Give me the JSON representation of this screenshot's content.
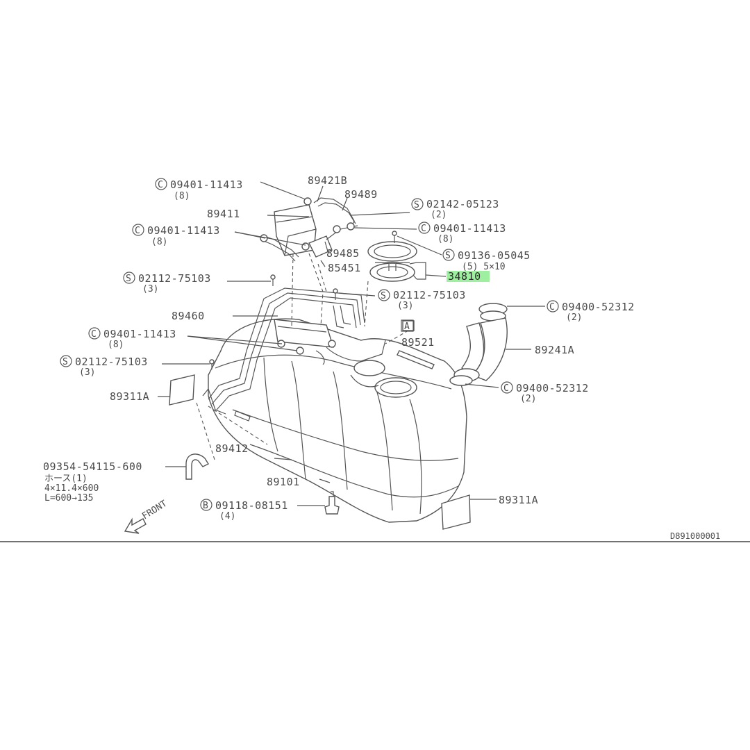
{
  "labels": {
    "l1": {
      "prefix": "C",
      "code": "09401-11413",
      "qty": "(8)"
    },
    "l2": {
      "code": "89421B"
    },
    "l3": {
      "code": "89489"
    },
    "l4": {
      "prefix": "S",
      "code": "02142-05123",
      "qty": "(2)"
    },
    "l5": {
      "code": "89411"
    },
    "l6": {
      "prefix": "C",
      "code": "09401-11413",
      "qty": "(8)"
    },
    "l7": {
      "prefix": "C",
      "code": "09401-11413",
      "qty": "(8)"
    },
    "l8": {
      "code": "89485"
    },
    "l9": {
      "prefix": "S",
      "code": "09136-05045",
      "qty": "(5) 5×10"
    },
    "l10": {
      "code": "85451"
    },
    "l11": {
      "prefix": "S",
      "code": "02112-75103",
      "qty": "(3)"
    },
    "l12": {
      "code": "34810"
    },
    "l13": {
      "prefix": "S",
      "code": "02112-75103",
      "qty": "(3)"
    },
    "l14": {
      "prefix": "C",
      "code": "09400-52312",
      "qty": "(2)"
    },
    "l15": {
      "code": "89460"
    },
    "l16": {
      "code": "A"
    },
    "l17": {
      "code": "89521"
    },
    "l18": {
      "prefix": "C",
      "code": "09401-11413",
      "qty": "(8)"
    },
    "l19": {
      "code": "89241A"
    },
    "l20": {
      "prefix": "S",
      "code": "02112-75103",
      "qty": "(3)"
    },
    "l21": {
      "prefix": "C",
      "code": "09400-52312",
      "qty": "(2)"
    },
    "l22": {
      "code": "89311A"
    },
    "l23": {
      "code": "89412"
    },
    "l24": {
      "code": "09354-54115-600",
      "line1": "ホース(1)",
      "line2": "4×11.4×600",
      "line3": "L=600→135"
    },
    "l25": {
      "code": "89101"
    },
    "l26": {
      "prefix": "B",
      "code": "09118-08151",
      "qty": "(4)"
    },
    "l27": {
      "code": "89311A"
    },
    "front": "FRONT",
    "diagram_code": "D891000001"
  },
  "colors": {
    "highlight": "#9ef0a0",
    "line": "#555555",
    "text": "#4a4a4a"
  }
}
